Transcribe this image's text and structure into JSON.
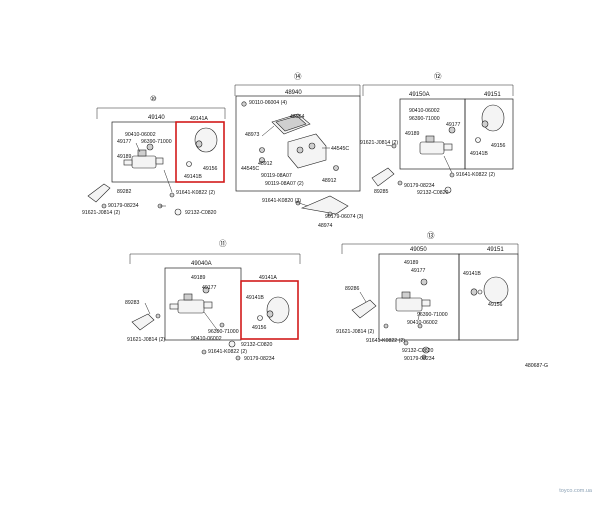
{
  "diagram_id": "480687-G",
  "watermark": "toyco.com.ua",
  "sections": {
    "s10": {
      "circle": "⑩",
      "box_label": "49140",
      "highlight_label": "49141A",
      "labels": [
        "90410-06002",
        "49177",
        "96390-71000",
        "49189",
        "49156",
        "49141B",
        "89282",
        "91641-K0822 (2)",
        "90179-08234",
        "91621-J0814 (2)",
        "92132-C0820"
      ]
    },
    "s14": {
      "circle": "⑭",
      "box_label": "48940",
      "labels": [
        "90110-06004 (4)",
        "48964",
        "48973",
        "44545C",
        "48912",
        "44545C",
        "90119-08A07",
        "90119-08A07 (2)",
        "48912",
        "91641-K0820 (3)",
        "90179-06074 (3)",
        "48974"
      ]
    },
    "s12": {
      "circle": "⑫",
      "box_label_1": "49150A",
      "box_label_2": "49151",
      "labels": [
        "90410-06002",
        "96390-71000",
        "49177",
        "49189",
        "91621-J0814 (2)",
        "49141B",
        "49156",
        "89285",
        "91641-K0822 (2)",
        "90179-08234",
        "92132-C0820"
      ]
    },
    "s11": {
      "circle": "⑪",
      "box_label": "49040A",
      "highlight_label": "49141A",
      "labels": [
        "49189",
        "49177",
        "89283",
        "49141B",
        "49156",
        "96390-71000",
        "91621-J0814 (2)",
        "90410-06002",
        "92132-C0820",
        "91641-K0822 (2)",
        "90179-08234"
      ]
    },
    "s13": {
      "circle": "⑬",
      "box_label_1": "49050",
      "box_label_2": "49151",
      "labels": [
        "49189",
        "49177",
        "49141B",
        "89286",
        "49156",
        "96390-71000",
        "91621-J0814 (2)",
        "90410-06002",
        "91641-K0822 (2)",
        "92132-C0820",
        "90179-08234"
      ]
    }
  }
}
